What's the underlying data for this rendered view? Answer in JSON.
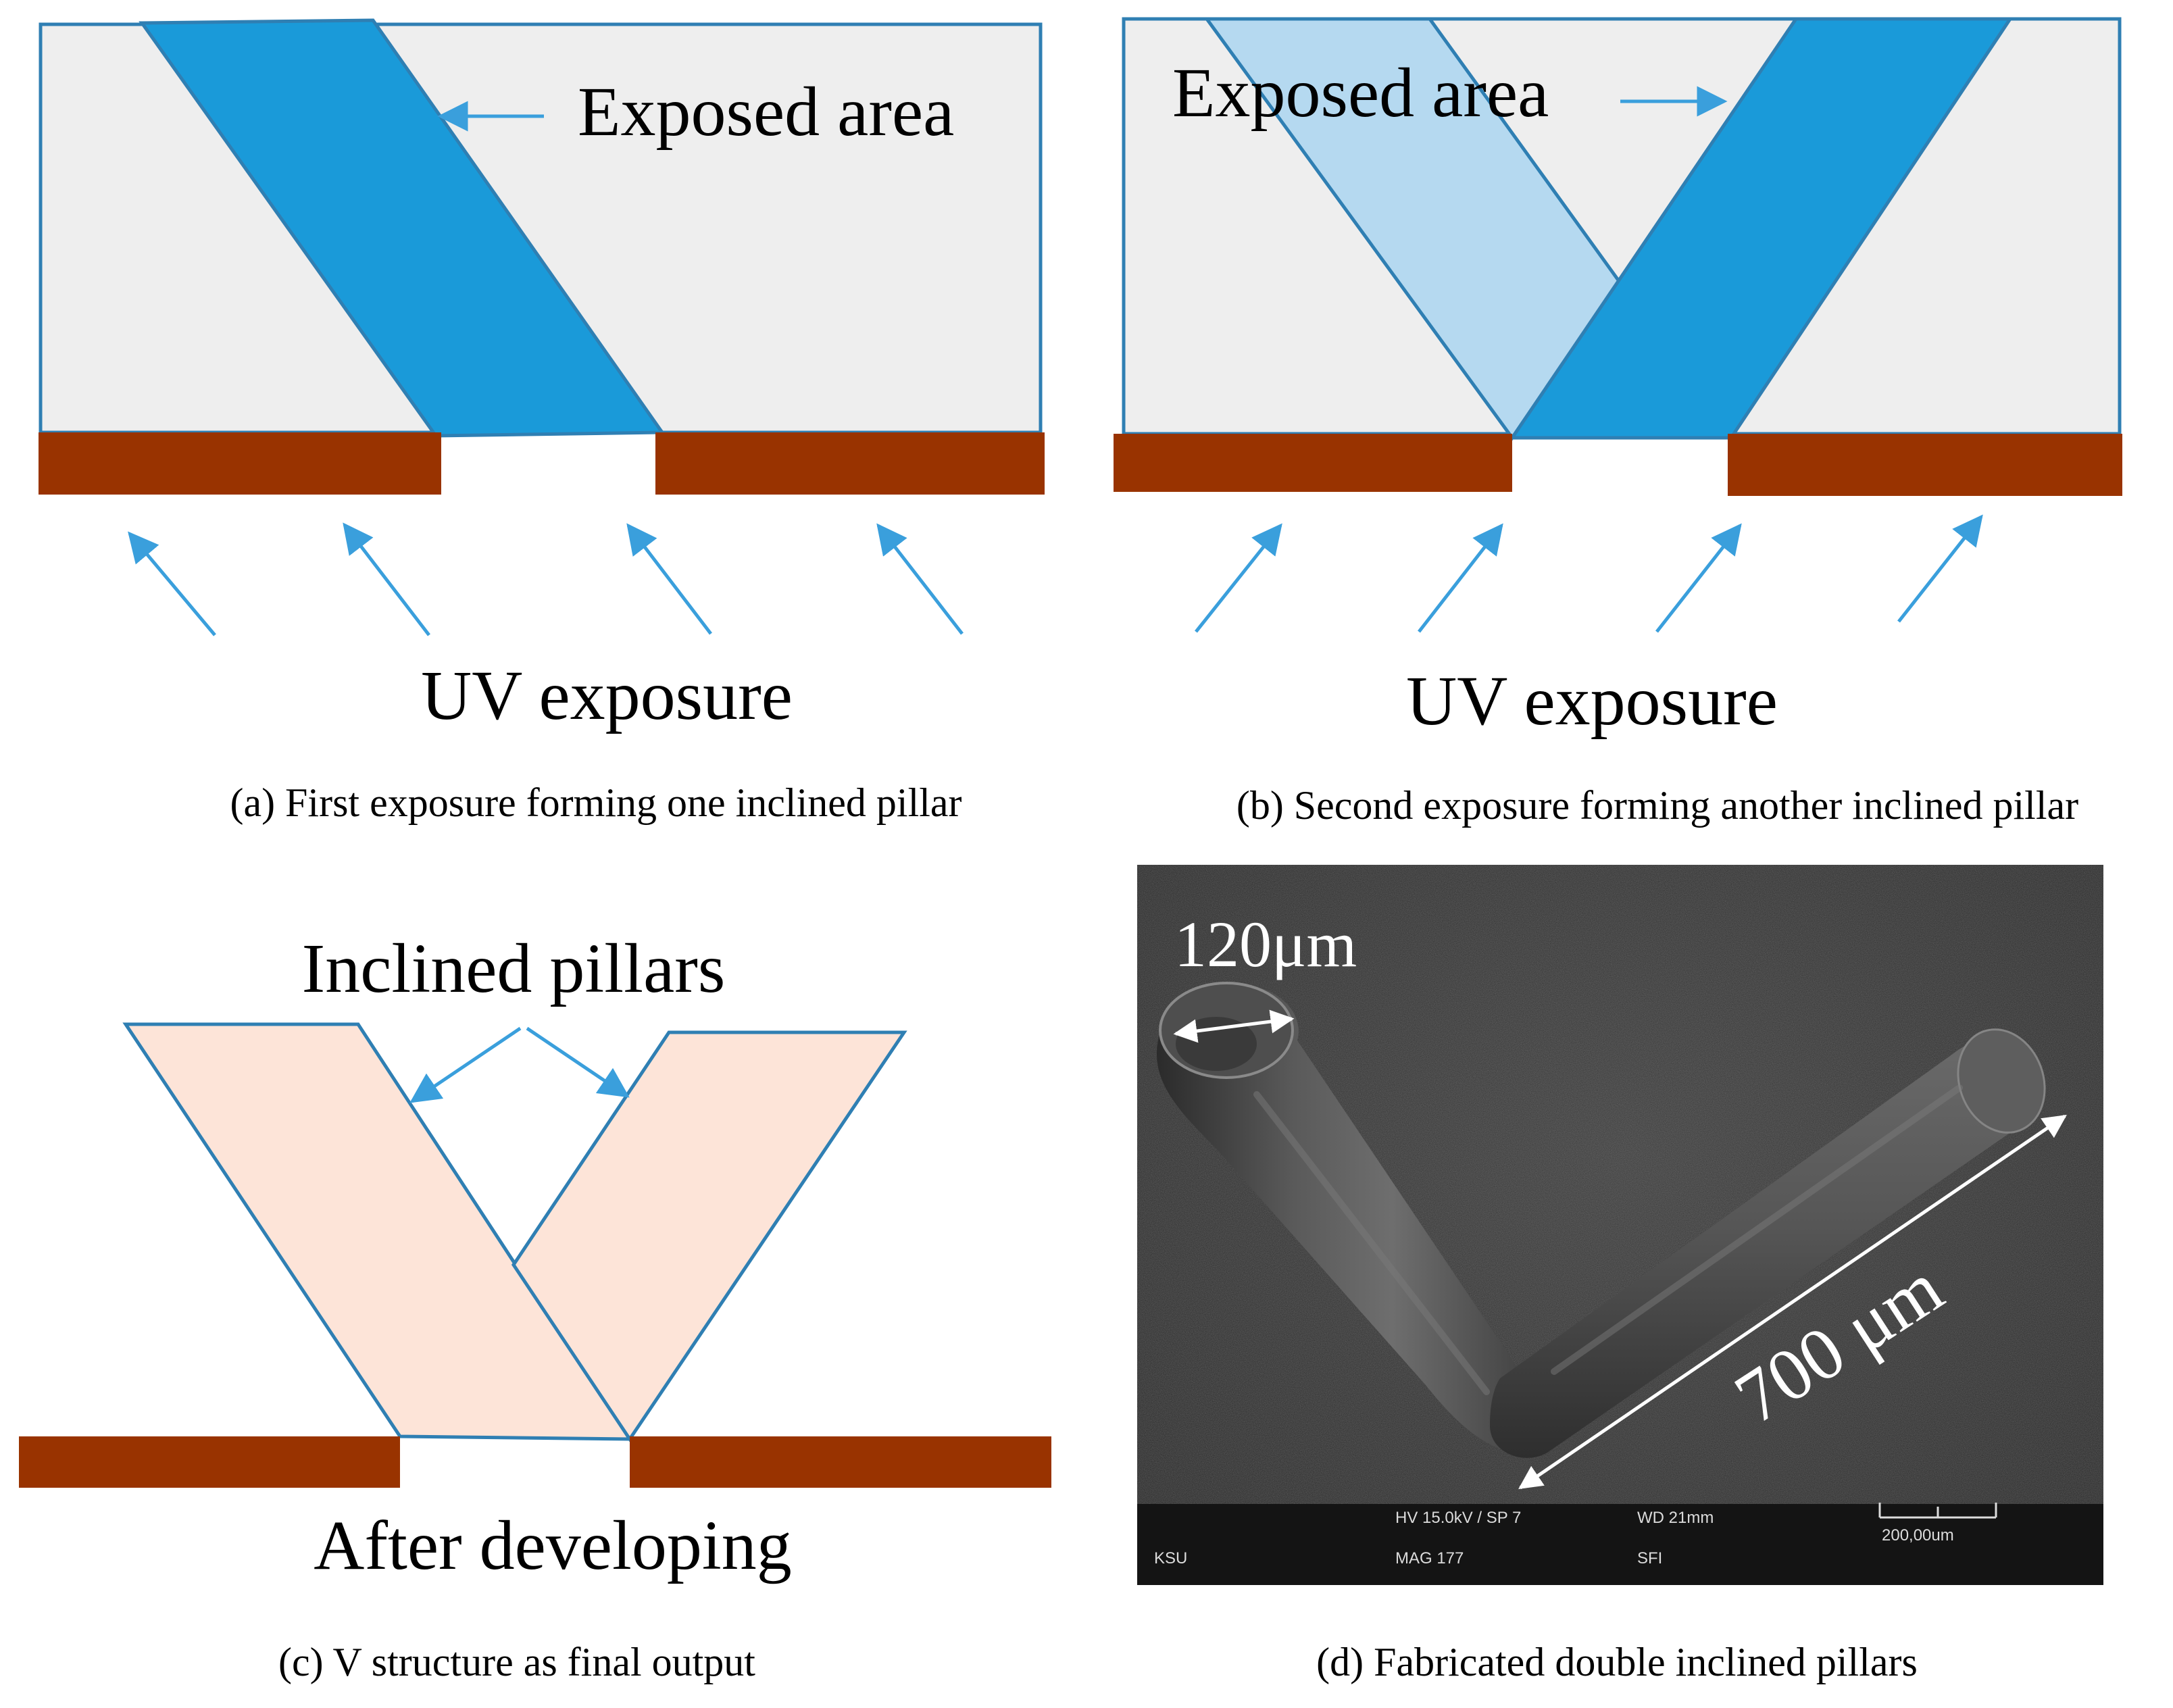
{
  "panels": {
    "a": {
      "annotation": "Exposed area",
      "exposure_label": "UV exposure",
      "caption": "(a) First exposure forming one inclined pillar"
    },
    "b": {
      "annotation": "Exposed area",
      "exposure_label": "UV exposure",
      "caption": "(b) Second exposure forming another inclined pillar"
    },
    "c": {
      "annotation": "Inclined pillars",
      "process_label": "After developing",
      "caption": "(c) V structure as final output"
    },
    "d": {
      "width_label": "120μm",
      "length_label": "700 μm",
      "caption": "(d) Fabricated double inclined pillars",
      "sem_bar": {
        "hv": "HV 15.0kV / SP 7",
        "wd": "WD 21mm",
        "scale": "200,00um",
        "org": "KSU",
        "mag": "MAG 177",
        "detector": "SFI"
      }
    }
  },
  "colors": {
    "resist": "#eeeeee",
    "outline": "#2f7fb3",
    "exposed": "#1a9ad9",
    "exposed_light": "#b5d9f0",
    "mask": "#993300",
    "pillar": "#fde4d8",
    "arrow": "#3a9fdc",
    "sem_bg": "#333333"
  },
  "icons": {
    "uv_rays": "arrow-icon",
    "pointer": "arrow-icon",
    "dimension": "double-arrow-icon"
  }
}
